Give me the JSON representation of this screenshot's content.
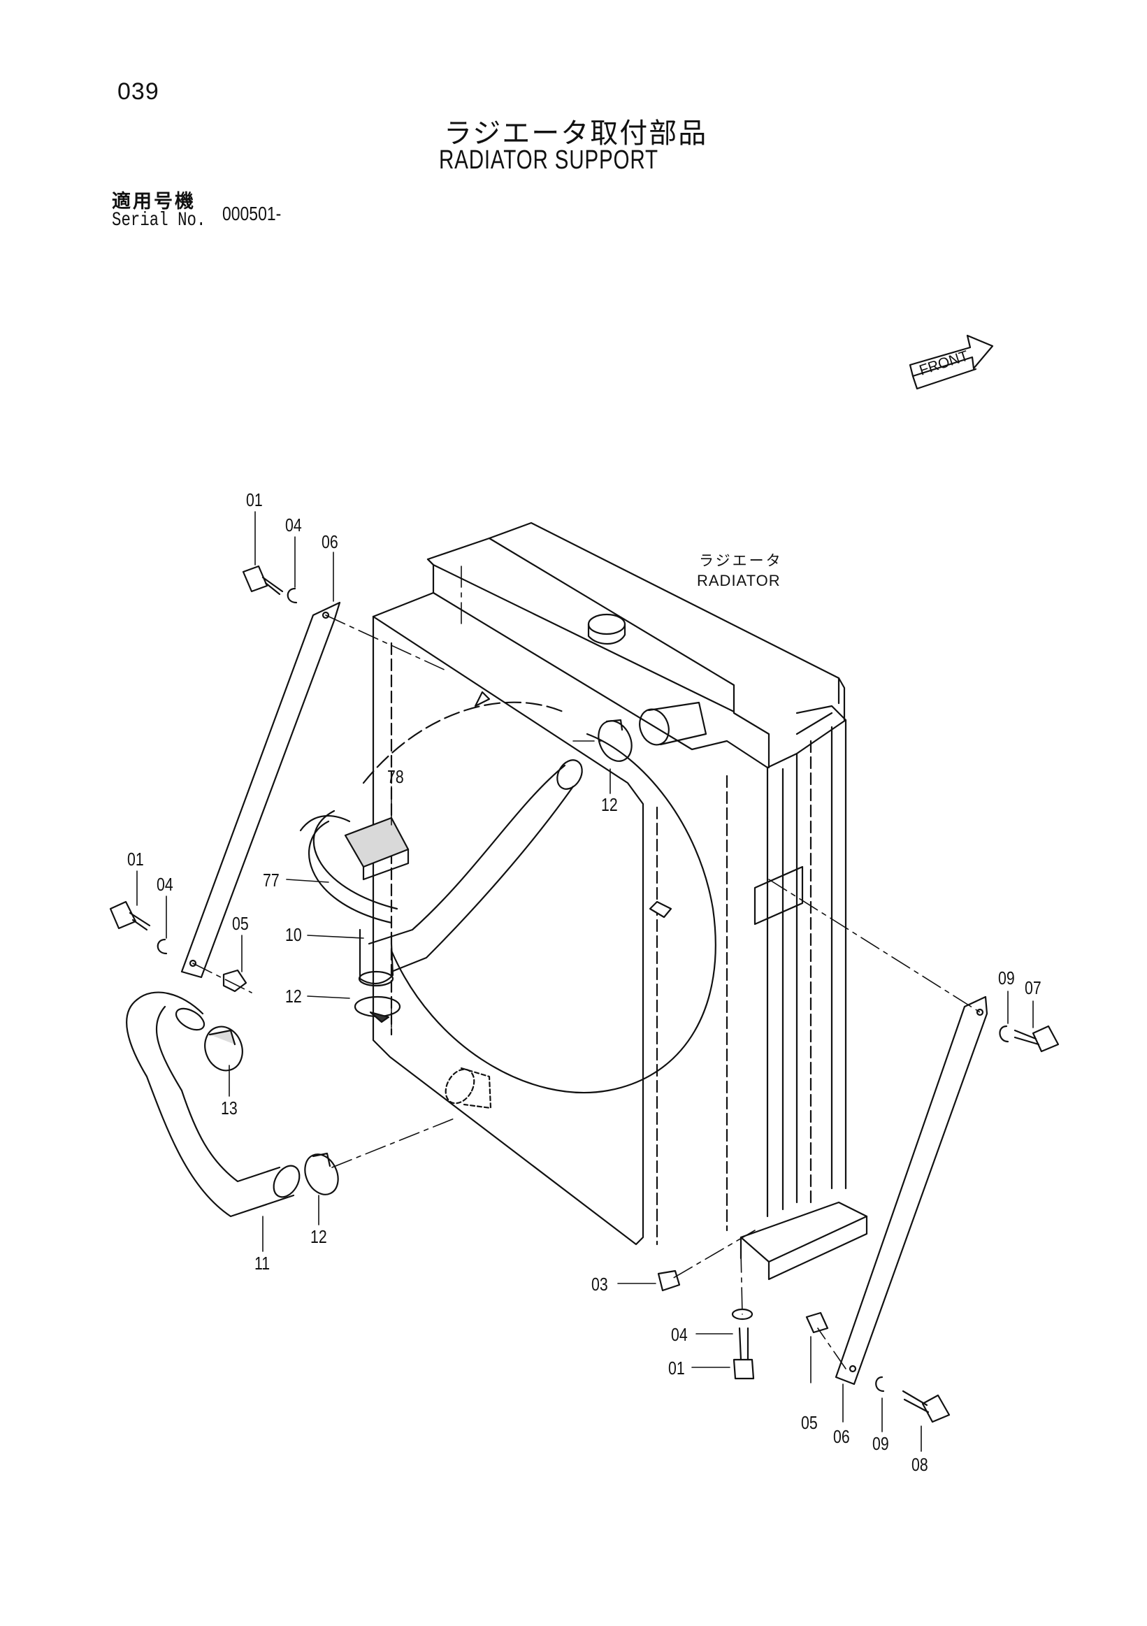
{
  "header": {
    "page_number": "039",
    "title_jp": "ラジエータ取付部品",
    "title_en": "RADIATOR SUPPORT",
    "serial_label_jp": "適用号機",
    "serial_label_en": "Serial No.",
    "serial_value": "000501-"
  },
  "direction_label": "FRONT",
  "assembly_label": {
    "jp": "ラジエータ",
    "en": "RADIATOR"
  },
  "callouts": [
    "01",
    "04",
    "06",
    "78",
    "12",
    "77",
    "01",
    "04",
    "05",
    "10",
    "12",
    "13",
    "12",
    "11",
    "09",
    "07",
    "03",
    "04",
    "01",
    "05",
    "06",
    "09",
    "08"
  ]
}
